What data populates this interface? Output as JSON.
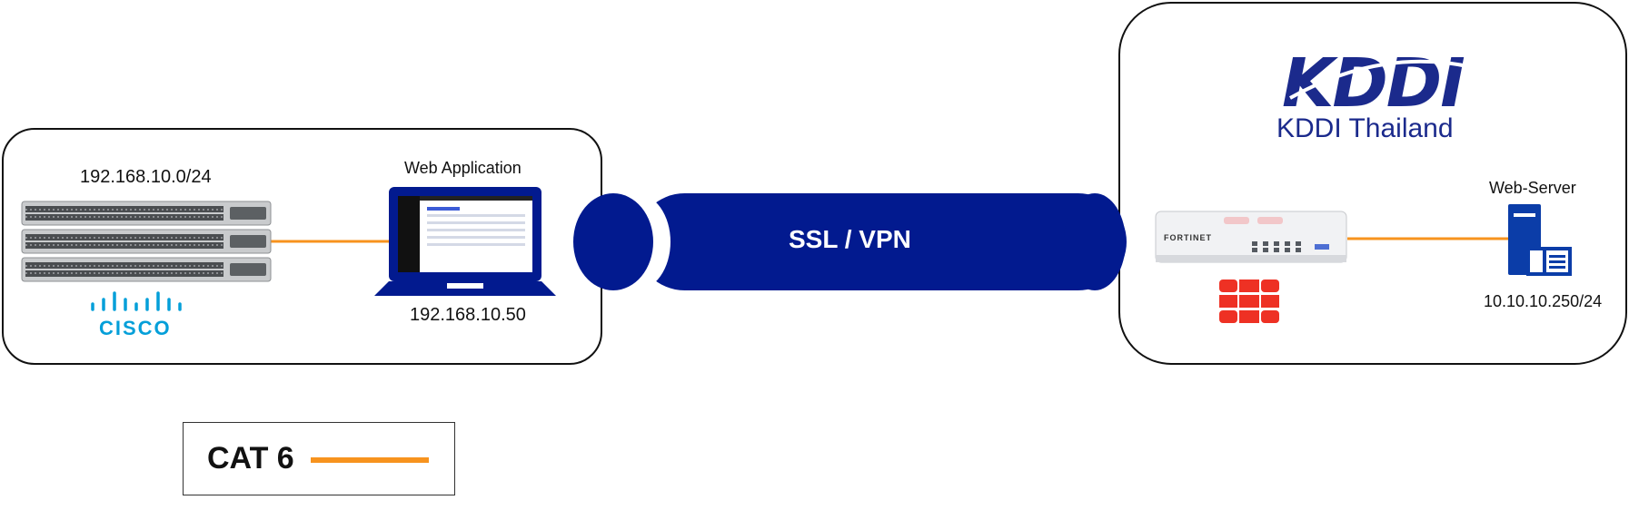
{
  "left_site": {
    "subnet_label": "192.168.10.0/24",
    "client_title": "Web Application",
    "client_ip": "192.168.10.50",
    "switch_logo_text": "CISCO"
  },
  "tunnel": {
    "label": "SSL / VPN"
  },
  "right_site": {
    "brand_logo_text": "KDDI",
    "brand_caption": "KDDI Thailand",
    "firewall_brand_text": "FORTINET",
    "server_title": "Web-Server",
    "server_ip": "10.10.10.250/24"
  },
  "legend": {
    "label": "CAT 6"
  },
  "colors": {
    "tunnel": "#021a8f",
    "cable": "#f7931e",
    "kddi_blue": "#1b2a8c",
    "cisco_blue": "#049fd9",
    "fortinet_red": "#ee3124",
    "server_blue": "#0b3da8"
  },
  "icons": [
    "network-switch-icon",
    "cisco-logo-icon",
    "laptop-icon",
    "kddi-logo-icon",
    "firewall-appliance-icon",
    "fortinet-logo-icon",
    "web-server-icon"
  ]
}
